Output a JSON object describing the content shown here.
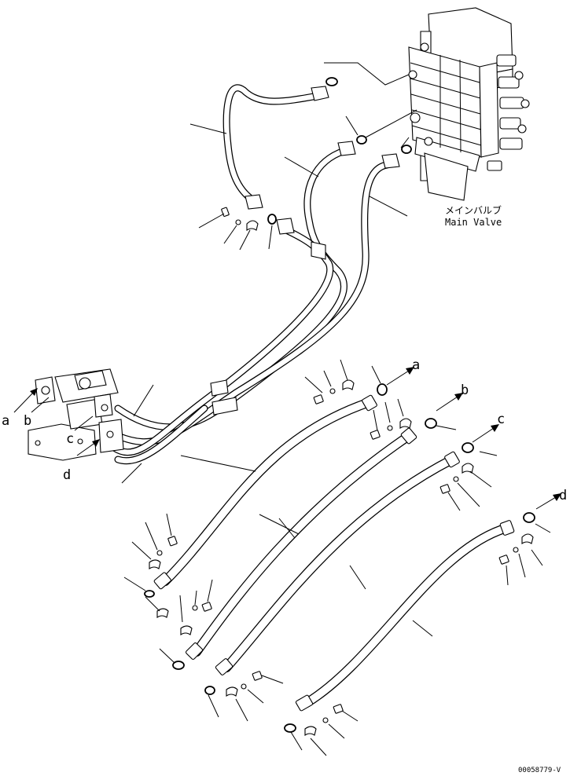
{
  "labels": {
    "main_valve_jp": "メインバルブ",
    "main_valve_en": "Main Valve",
    "port_a": "a",
    "port_b": "b",
    "port_c": "c",
    "port_d": "d",
    "drawing_ref": "00058779-V"
  }
}
